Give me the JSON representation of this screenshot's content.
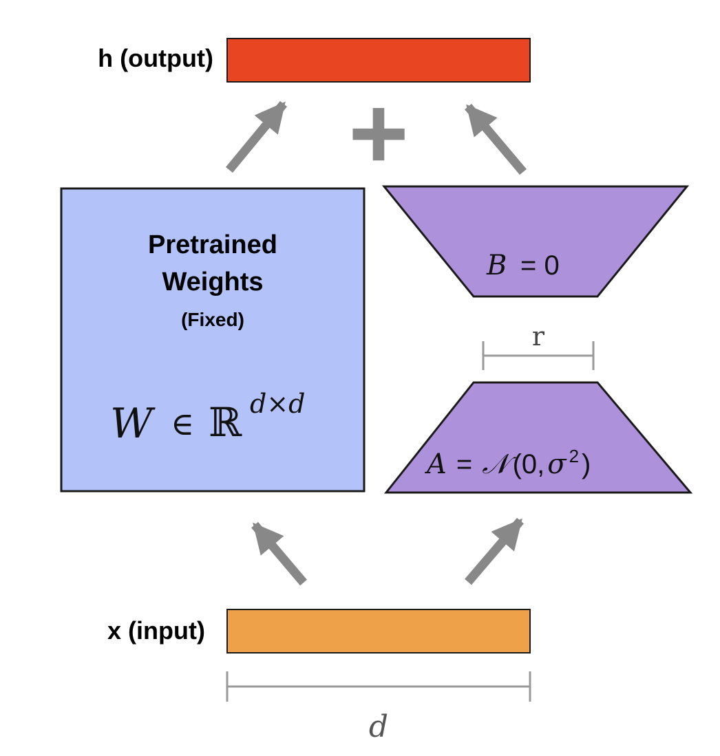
{
  "colors": {
    "output_bar": "#E84523",
    "input_bar": "#EEA148",
    "weights_box": "#B3C2F8",
    "adapter": "#AD91DA",
    "arrow": "#888888",
    "dimension_line": "#9A9A9A",
    "outline": "#1A1A1A"
  },
  "output": {
    "label": "h (output)"
  },
  "input": {
    "label": "x (input)"
  },
  "operator": {
    "symbol": "+"
  },
  "pretrained": {
    "title_line1": "Pretrained",
    "title_line2": "Weights",
    "subtitle": "(Fixed)",
    "formula": {
      "var": "W",
      "in": "∈",
      "set": "ℝ",
      "exponent": "d×d"
    }
  },
  "adapter_b": {
    "var": "B",
    "rest": "= 0"
  },
  "adapter_a": {
    "var": "A",
    "eq": "=",
    "dist": "𝒩",
    "args": "(0,",
    "sigma": "σ",
    "power": "2",
    "close": ")"
  },
  "dimensions": {
    "rank": "r",
    "width": "d"
  }
}
